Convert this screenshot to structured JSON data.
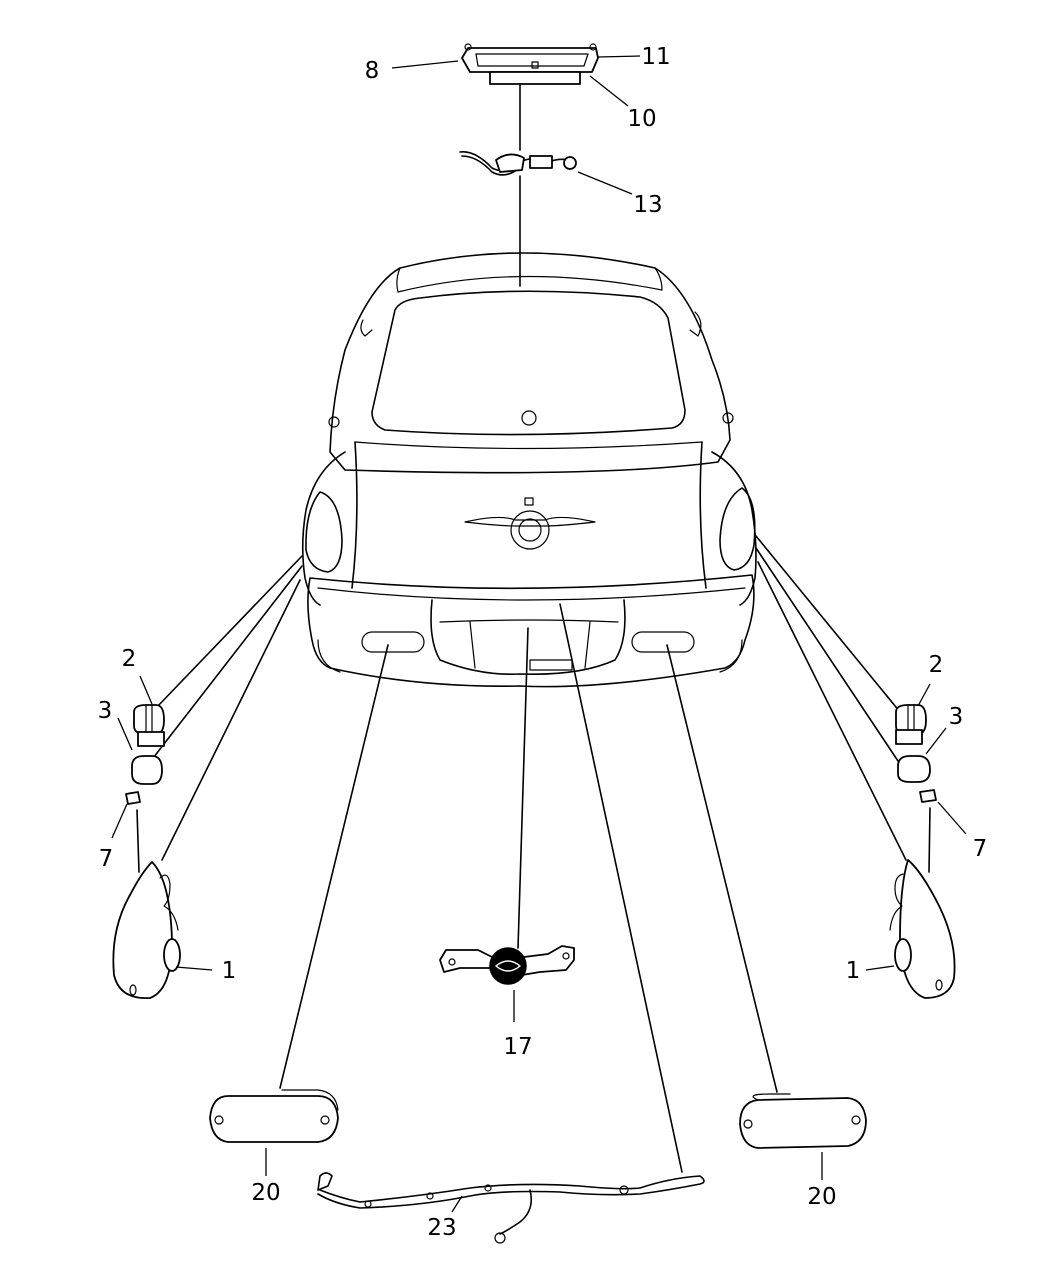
{
  "callouts": [
    {
      "id": "c8",
      "text": "8"
    },
    {
      "id": "c11",
      "text": "11"
    },
    {
      "id": "c10",
      "text": "10"
    },
    {
      "id": "c13",
      "text": "13"
    },
    {
      "id": "c2l",
      "text": "2"
    },
    {
      "id": "c3l",
      "text": "3"
    },
    {
      "id": "c7l",
      "text": "7"
    },
    {
      "id": "c1l",
      "text": "1"
    },
    {
      "id": "c2r",
      "text": "2"
    },
    {
      "id": "c3r",
      "text": "3"
    },
    {
      "id": "c7r",
      "text": "7"
    },
    {
      "id": "c1r",
      "text": "1"
    },
    {
      "id": "c17",
      "text": "17"
    },
    {
      "id": "c20l",
      "text": "20"
    },
    {
      "id": "c20r",
      "text": "20"
    },
    {
      "id": "c23",
      "text": "23"
    }
  ]
}
